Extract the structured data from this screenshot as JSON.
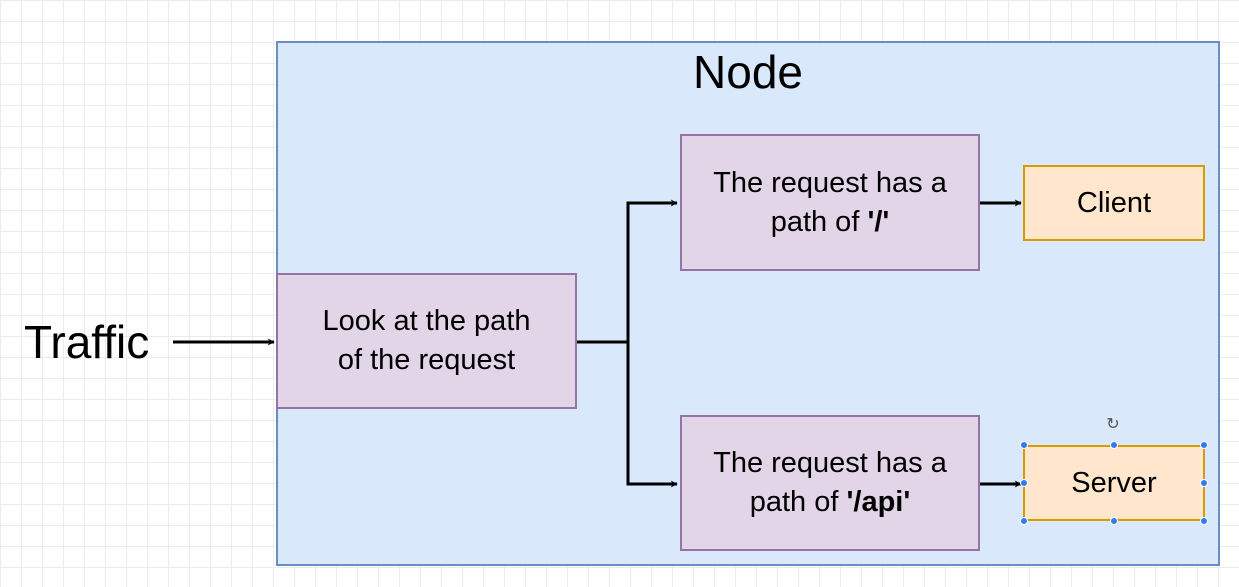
{
  "diagram": {
    "container": {
      "title": "Node"
    },
    "traffic": {
      "label": "Traffic"
    },
    "nodes": {
      "look": {
        "line1": "Look at the path",
        "line2": "of the request"
      },
      "root_path": {
        "line1": "The request has a",
        "prefix": "path of ",
        "path": "'/'"
      },
      "api_path": {
        "line1": "The request has a",
        "prefix": "path of ",
        "path": "'/api'"
      },
      "client": {
        "label": "Client"
      },
      "server": {
        "label": "Server"
      }
    },
    "selected_node": "server"
  },
  "colors": {
    "container_fill": "#dae8fc",
    "container_stroke": "#6c8ebf",
    "process_fill": "#e1d5e7",
    "process_stroke": "#9673a6",
    "target_fill": "#ffe6cc",
    "target_stroke": "#d79b00",
    "selection_handle": "#2f7bf0"
  },
  "icons": {
    "rotate_handle": "rotate-icon"
  }
}
